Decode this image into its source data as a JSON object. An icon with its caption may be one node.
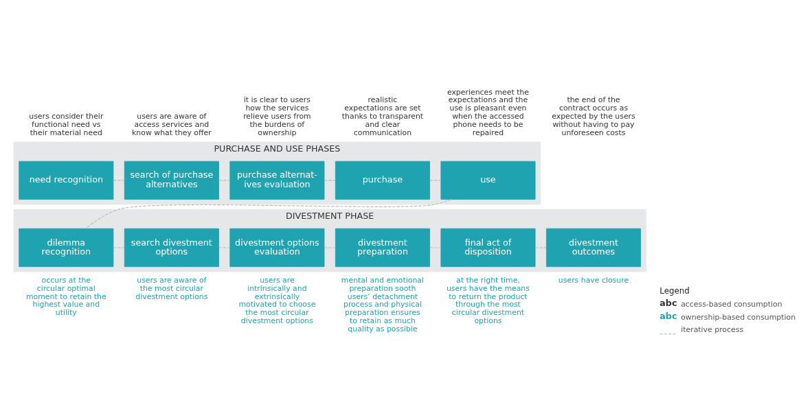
{
  "diagram": {
    "nodes": [
      {
        "text": [
          "PURCHASE AND USE PHASES"
        ]
      },
      {
        "text": [
          "need recognition"
        ],
        "in": 0,
        "beside": [
          "users consider their functional need vs their material need"
        ]
      },
      {
        "text": [
          "search of purchase alternatives"
        ],
        "in": 0,
        "beside": [
          "users are aware of access services and know what they offer"
        ]
      },
      {
        "text": [
          "purchase alternat- ives evaluation"
        ],
        "in": 0,
        "beside": [
          "it is clear to users how the services relieve users from the burdens of ownership"
        ]
      },
      {
        "text": [
          "purchase"
        ],
        "in": 0,
        "beside": [
          "realistic expectations are set thanks to transparent and clear communication"
        ]
      },
      {
        "text": [
          "use"
        ],
        "in": 0,
        "beside": [
          "experiences meet the expectations and the use is pleasant even when the accessed phone needs to be repaired",
          "the end of the contract occurs as expected by the users without having to pay unforeseen costs"
        ]
      },
      {
        "text": [
          "DIVESTMENT PHASE"
        ]
      },
      {
        "text": [
          "dilemma recognition"
        ],
        "in": 6,
        "beside": [
          "occurs at the circular optimal moment to retain the highest value and utility"
        ]
      },
      {
        "text": [
          "search divestment options"
        ],
        "in": 6,
        "beside": [
          "users are aware of the most circular divestment options"
        ]
      },
      {
        "text": [
          "divestment options evaluation"
        ],
        "in": 6,
        "beside": [
          "users are intrinsically and extrinsically motivated to choose the most circular divestment options"
        ]
      },
      {
        "text": [
          "divestment preparation"
        ],
        "in": 6,
        "beside": [
          "mental and emotional preparation sooth users’ detachment process and physical preparation ensures to retain as much quality as possible"
        ]
      },
      {
        "text": [
          "final act of disposition"
        ],
        "in": 6,
        "beside": [
          "at the right time, users have the means to return the product through the most circular divestment options"
        ]
      },
      {
        "text": [
          "divestment outcomes"
        ],
        "in": 6,
        "beside": [
          "users have closure"
        ]
      }
    ],
    "edges": [
      {
        "from": 1,
        "to": 2,
        "arrow": "none",
        "style": "dashed"
      },
      {
        "from": 2,
        "to": 3,
        "arrow": "none",
        "style": "dashed"
      },
      {
        "from": 3,
        "to": 4,
        "arrow": "none",
        "style": "dashed"
      },
      {
        "from": 4,
        "to": 5,
        "arrow": "none",
        "style": "dashed"
      },
      {
        "from": 5,
        "to": 7,
        "arrow": "none",
        "style": "dashed"
      },
      {
        "from": 7,
        "to": 8,
        "arrow": "none",
        "style": "dashed"
      },
      {
        "from": 8,
        "to": 9,
        "arrow": "none",
        "style": "dashed"
      },
      {
        "from": 9,
        "to": 10,
        "arrow": "none",
        "style": "dashed"
      },
      {
        "from": 10,
        "to": 11,
        "arrow": "none",
        "style": "dashed"
      },
      {
        "from": 11,
        "to": 12,
        "arrow": "none",
        "style": "dashed"
      }
    ],
    "labels": [
      "Legend",
      "abc",
      "abc"
    ],
    "legend": [
      {
        "text": "access-based consumption",
        "color": "#333333"
      },
      {
        "text": "ownership-based consumption",
        "color": "#1fa3b0"
      },
      {
        "text": "iterative process"
      }
    ]
  }
}
